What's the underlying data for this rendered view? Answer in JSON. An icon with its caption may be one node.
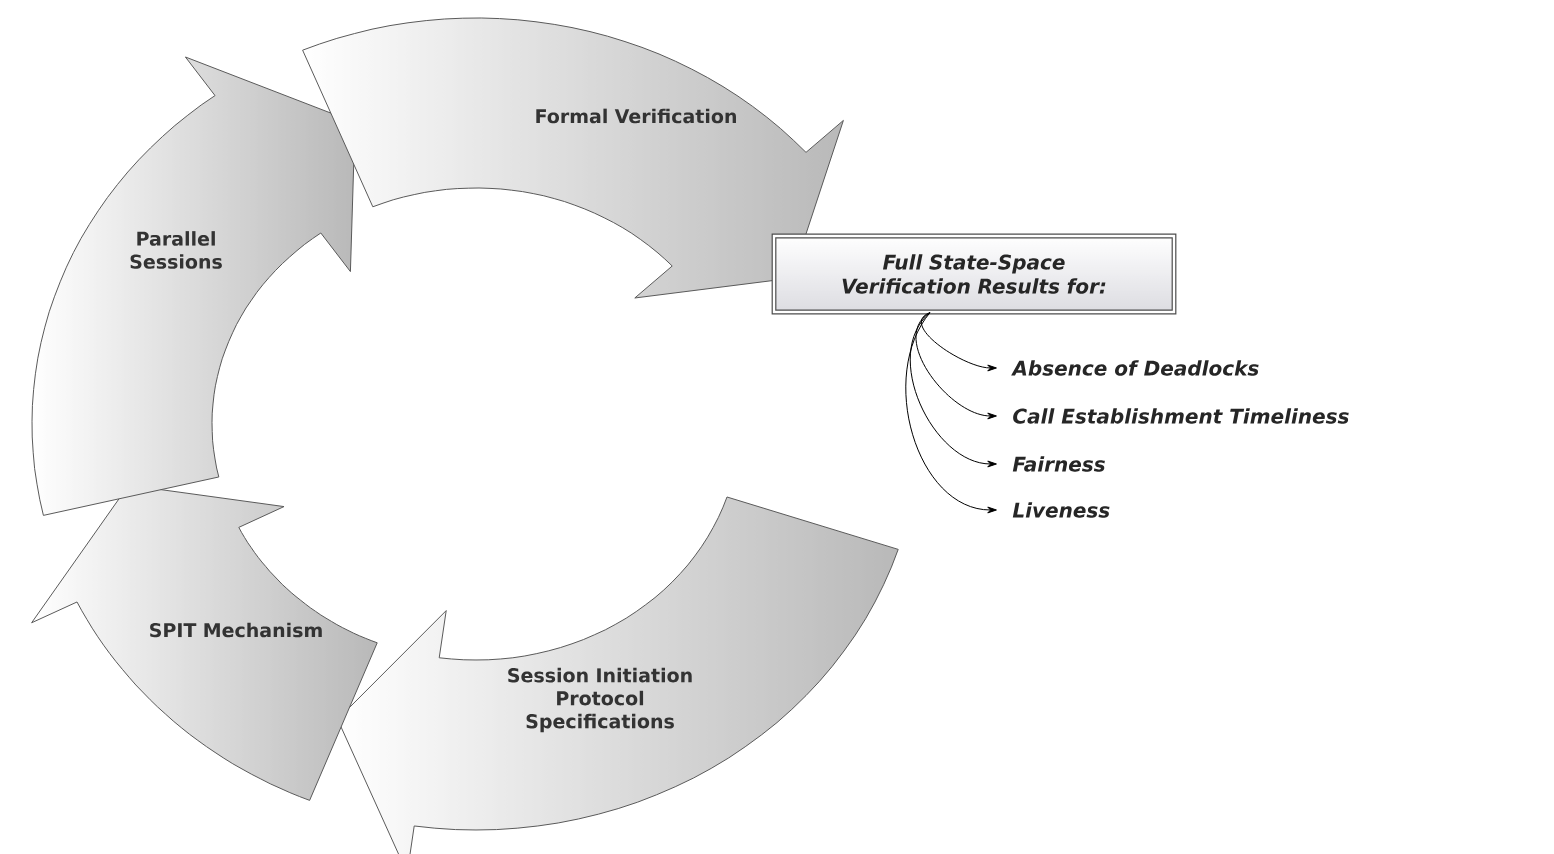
{
  "diagram": {
    "nodes": [
      {
        "text": [
          "Session Initiation Protocol Specifications"
        ]
      },
      {
        "text": [
          "SPIT Mechanism"
        ]
      },
      {
        "text": [
          "Parallel Sessions"
        ]
      },
      {
        "text": [
          "Formal Verification"
        ]
      },
      {
        "text": [
          "Full State-Space Verification Results for:"
        ]
      },
      {
        "text": [
          "Absence of Deadlocks"
        ]
      },
      {
        "text": [
          "Call Establishment Timeliness"
        ]
      },
      {
        "text": [
          "Fairness"
        ]
      },
      {
        "text": [
          "Liveness"
        ]
      }
    ],
    "edges": [
      {
        "from": 4,
        "to": 5,
        "arrow": "to"
      },
      {
        "from": 4,
        "to": 6,
        "arrow": "to"
      },
      {
        "from": 4,
        "to": 7,
        "arrow": "to"
      },
      {
        "from": 4,
        "to": 8,
        "arrow": "to"
      }
    ]
  }
}
